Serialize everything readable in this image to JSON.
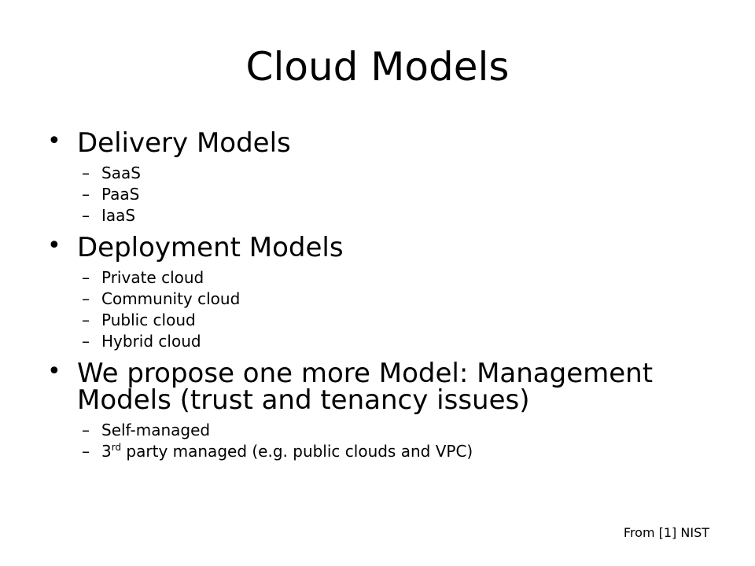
{
  "slide": {
    "title": "Cloud Models",
    "bullet_glyph": "•",
    "dash_glyph": "–",
    "sections": [
      {
        "heading": "Delivery Models",
        "items": [
          "SaaS",
          "PaaS",
          "IaaS"
        ]
      },
      {
        "heading": "Deployment Models",
        "items": [
          "Private cloud",
          "Community cloud",
          "Public cloud",
          "Hybrid cloud"
        ]
      },
      {
        "heading": "We propose one more Model: Management Models (trust and tenancy issues)",
        "items": [
          "Self-managed"
        ]
      }
    ],
    "third_party": {
      "prefix": "3",
      "superscript": "rd",
      "rest": " party managed (e.g. public clouds and VPC)"
    },
    "footer": "From [1] NIST"
  }
}
